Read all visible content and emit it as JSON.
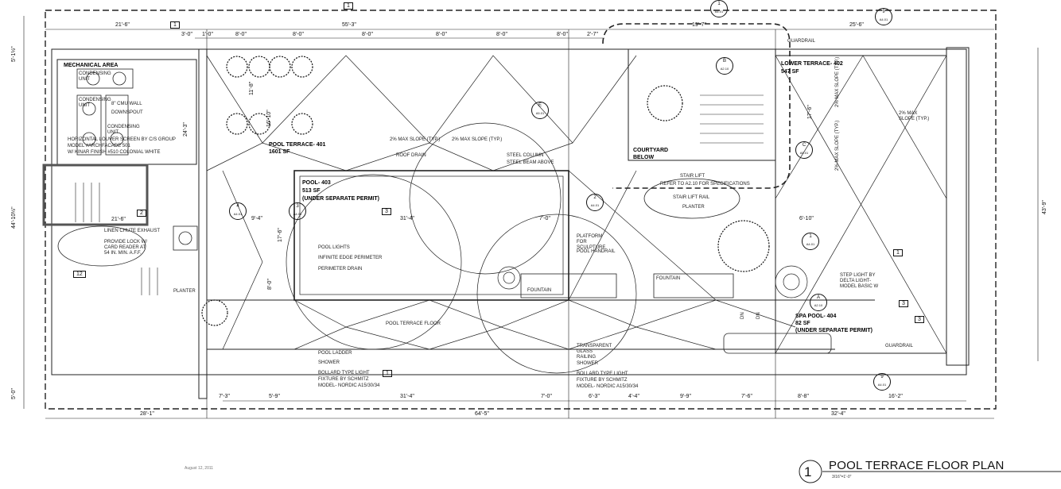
{
  "drawing": {
    "title": "POOL TERRACE FLOOR PLAN",
    "detail_number": "1",
    "scale": "3/16\"=1'-0\"",
    "date": "August 12, 2011"
  },
  "rooms": {
    "mechanical": "MECHANICAL AREA",
    "pool_terrace": "POOL TERRACE- 401",
    "pool_terrace_area": "1601 SF",
    "pool": "POOL- 403",
    "pool_area": "513 SF",
    "pool_permit": "(UNDER SEPARATE PERMIT)",
    "courtyard": "COURTYARD",
    "courtyard_2": "BELOW",
    "lower_terrace": "LOWER TERRACE- 402",
    "lower_terrace_area": "547 SF",
    "spa": "SPA POOL- 404",
    "spa_area": "82 SF",
    "spa_permit": "(UNDER SEPARATE PERMIT)"
  },
  "notes": [
    "CONDENSING UNIT",
    "CONDENSING UNIT",
    "CONDENSING UNIT",
    "8\" CMU WALL",
    "DOWNSPOUT",
    "HORIZONTAL LOUVER SCREEN BY C/S GROUP",
    "MODEL #ARCHFACADE 501",
    "W/ KINAR FINISH #510 COLONIAL WHITE",
    "LINEN CHUTE EXHAUST",
    "PROVIDE LOCK W/ CARD READER AT 54 IN. MIN. A.F.F.",
    "PLANTER",
    "POOL LIGHTS",
    "INFINITE EDGE PERIMETER",
    "PERIMETER DRAIN",
    "POOL LADDER",
    "SHOWER",
    "BOLLARD TYPE LIGHT",
    "FIXTURE BY SCHMITZ",
    "MODEL- NORDIC A15/30/34",
    "2% MAX SLOPE (TYP.)",
    "2% MAX SLOPE (TYP.)",
    "ROOF DRAIN",
    "STEEL COLUMN",
    "STEEL BEAM ABOVE",
    "PLATFORM FOR SCULPTURE",
    "POOL HANDRAIL",
    "FOUNTAIN",
    "FOUNTAIN",
    "TRANSPARENT GLASS RAILING",
    "SHOWER",
    "BOLLARD TYPE LIGHT",
    "FIXTURE BY SCHMITZ",
    "MODEL- NORDIC A15/30/34",
    "GUARDRAIL",
    "STAIR LIFT",
    "REFER TO A2.10 FOR SPECIFICATIONS",
    "STAIR LIFT RAIL",
    "PLANTER",
    "STEP LIGHT BY DELTA LIGHT- MODEL BASIC W",
    "GUARDRAIL",
    "2% MAX SLOPE (TYP.)",
    "2% MAX SLOPE (TYP.)",
    "2% MAX SLOPE (TYP.)",
    "POOL TERRACE FLOOR",
    "DN",
    "DN"
  ],
  "dimensions": {
    "top": [
      "21'-6\"",
      "55'-3\"",
      "19'-7\"",
      "25'-6\""
    ],
    "top_sub": [
      "3'-0\"",
      "1'-0\"",
      "8'-0\"",
      "8'-0\"",
      "8'-0\"",
      "8'-0\"",
      "8'-0\"",
      "8'-0\"",
      "2'-7\""
    ],
    "bottom_sub": [
      "7'-3\"",
      "5'-9\"",
      "31'-4\"",
      "7'-0\"",
      "6'-3\"",
      "4'-4\"",
      "9'-9\"",
      "7'-6\"",
      "8'-8\"",
      "16'-2\""
    ],
    "bottom": [
      "28'-1\"",
      "64'-5\"",
      "32'-4\""
    ],
    "left": [
      "5'-1½\"",
      "44'-10½\"",
      "5'-0\""
    ],
    "right": [
      "43'-9\""
    ],
    "interior": [
      "31'-4\"",
      "7'-0\"",
      "9'-4\"",
      "21'-6\"",
      "17'-6\"",
      "16'-10\"",
      "11'-8\"",
      "24'-3\"",
      "17'-6\"",
      "6'-10\"",
      "8'-0\""
    ]
  },
  "section_markers": [
    {
      "id": "4",
      "sheet": "A4.01"
    },
    {
      "id": "3",
      "sheet": "A4.01"
    },
    {
      "id": "2",
      "sheet": "A4.01"
    },
    {
      "id": "1",
      "sheet": "A4.01"
    },
    {
      "id": "9",
      "sheet": "A4.01"
    },
    {
      "id": "9",
      "sheet": "A4.01"
    },
    {
      "id": "1",
      "sheet": "A4.01"
    },
    {
      "id": "C",
      "sheet": "A5.01"
    },
    {
      "id": "B",
      "sheet": "A2.10"
    },
    {
      "id": "A",
      "sheet": "A2.10"
    },
    {
      "id": "E",
      "sheet": "A5.01"
    }
  ],
  "revisions": [
    "1",
    "2",
    "3",
    "12",
    "1",
    "3",
    "1",
    "3",
    "1"
  ]
}
